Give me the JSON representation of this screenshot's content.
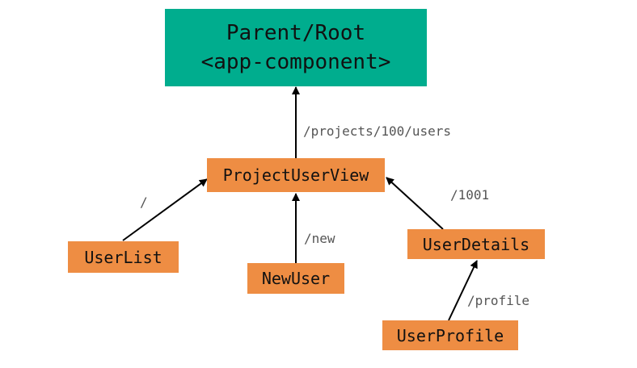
{
  "root": {
    "line1": "Parent/Root",
    "line2": "<app-component>",
    "color": "#00ad8e"
  },
  "nodes": {
    "project_user_view": "ProjectUserView",
    "user_list": "UserList",
    "new_user": "NewUser",
    "user_details": "UserDetails",
    "user_profile": "UserProfile",
    "color": "#ee8d43"
  },
  "edges": {
    "projects_users": "/projects/100/users",
    "root_slash": "/",
    "new": "/new",
    "id_1001": "/1001",
    "profile": "/profile"
  }
}
